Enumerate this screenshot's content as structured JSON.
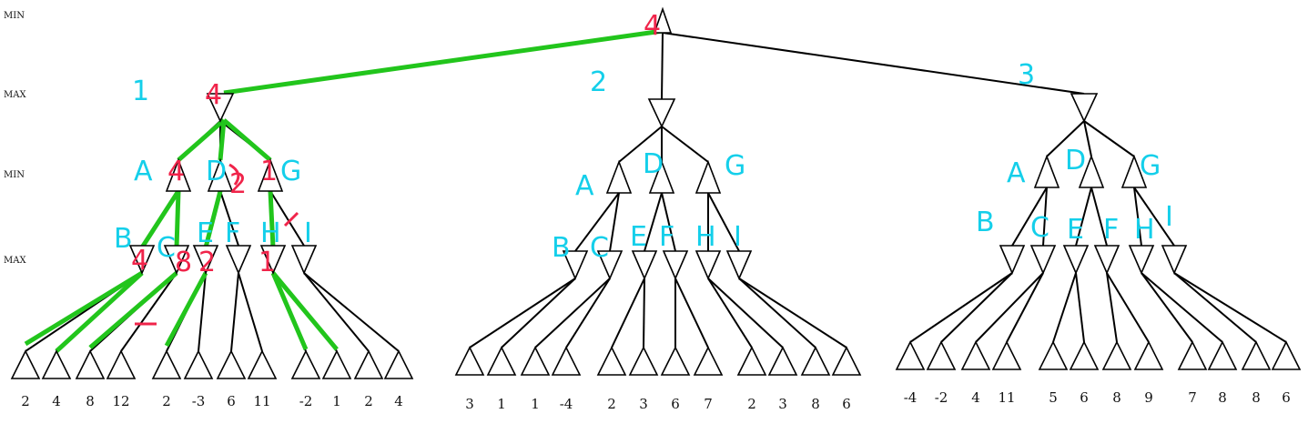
{
  "level_labels": [
    "MIN",
    "MAX",
    "MIN",
    "MAX"
  ],
  "leaf_values": [
    "2",
    "4",
    "8",
    "12",
    "2",
    "-3",
    "6",
    "11",
    "-2",
    "1",
    "2",
    "4",
    "3",
    "1",
    "1",
    "-4",
    "2",
    "3",
    "6",
    "7",
    "2",
    "3",
    "8",
    "6",
    "-4",
    "-2",
    "4",
    "11",
    "5",
    "6",
    "8",
    "9",
    "7",
    "8",
    "8",
    "6"
  ],
  "annotations": {
    "subtree_numbers": [
      "1",
      "2",
      "3"
    ],
    "node_letters": {
      "t1_l2": [
        "A",
        "D",
        "G"
      ],
      "t1_l3": [
        "B",
        "C",
        "E",
        "F",
        "H",
        "I"
      ],
      "t2_l2": [
        "A",
        "D",
        "G"
      ],
      "t2_l3": [
        "B",
        "C",
        "E",
        "F",
        "H",
        "I"
      ],
      "t3_l2": [
        "A",
        "D",
        "G"
      ],
      "t3_l3": [
        "B",
        "C",
        "E",
        "F",
        "H",
        "I"
      ]
    },
    "computed_values": {
      "root": "4",
      "t1_max": "4",
      "t1_mins": [
        "4",
        "2",
        "1"
      ],
      "t1_maxes": [
        "4",
        "8",
        "2",
        "1"
      ]
    }
  },
  "colors": {
    "line": "#000000",
    "highlight": "#22c51c",
    "annotation_cyan": "#14cfea",
    "annotation_red": "#f0244a"
  }
}
